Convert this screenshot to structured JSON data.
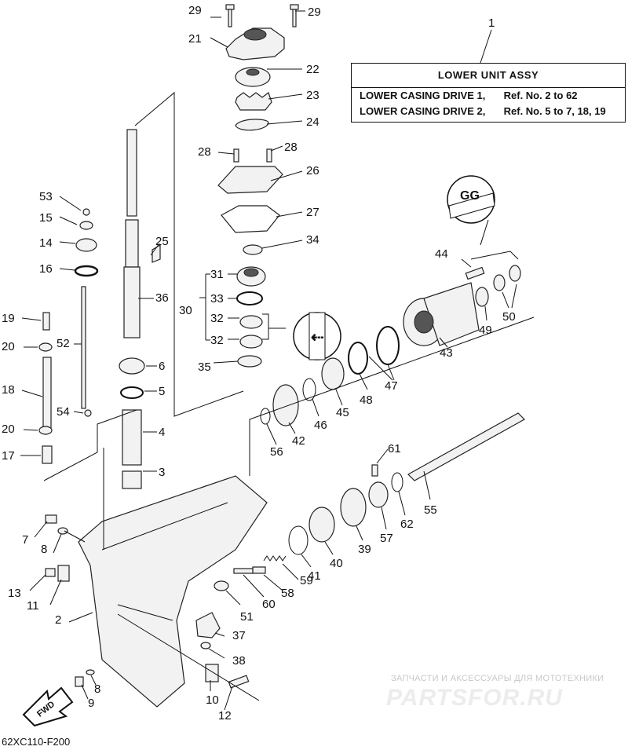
{
  "assembly": {
    "ref_no": "1",
    "title": "LOWER UNIT ASSY",
    "rows": [
      {
        "desc": "LOWER CASING DRIVE 1,",
        "refs": "Ref. No. 2 to 62"
      },
      {
        "desc": "LOWER CASING DRIVE 2,",
        "refs": "Ref. No. 5 to 7, 18, 19"
      }
    ]
  },
  "figure_code": "62XC110-F200",
  "watermark": {
    "top": "ЗАПЧАСТИ И АКСЕССУАРЫ ДЛЯ МОТОТЕХНИКИ",
    "logo": "PARTSFOR.RU"
  },
  "fwd_label": "FWD",
  "callouts": [
    "29",
    "29",
    "21",
    "22",
    "23",
    "24",
    "28",
    "28",
    "26",
    "27",
    "34",
    "31",
    "33",
    "30",
    "32",
    "32",
    "35",
    "25",
    "36",
    "53",
    "15",
    "14",
    "16",
    "19",
    "20",
    "52",
    "18",
    "54",
    "20",
    "17",
    "6",
    "5",
    "4",
    "3",
    "44",
    "49",
    "50",
    "43",
    "47",
    "48",
    "45",
    "46",
    "42",
    "56",
    "61",
    "55",
    "62",
    "57",
    "39",
    "40",
    "41",
    "58",
    "59",
    "60",
    "51",
    "37",
    "38",
    "7",
    "8",
    "13",
    "11",
    "2",
    "8",
    "9",
    "10",
    "12"
  ]
}
